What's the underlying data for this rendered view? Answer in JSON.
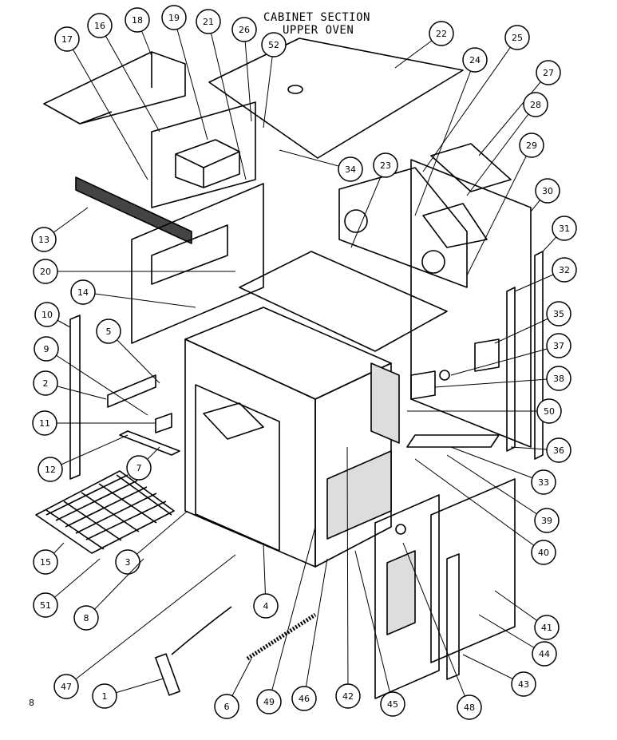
{
  "title_line1": "CABINET SECTION",
  "title_line2": "UPPER OVEN",
  "page_number": "8",
  "callouts": [
    "1",
    "2",
    "3",
    "4",
    "5",
    "6",
    "7",
    "8",
    "9",
    "10",
    "11",
    "12",
    "13",
    "14",
    "15",
    "16",
    "17",
    "18",
    "19",
    "20",
    "21",
    "22",
    "23",
    "24",
    "25",
    "26",
    "27",
    "28",
    "29",
    "30",
    "31",
    "32",
    "33",
    "34",
    "35",
    "36",
    "37",
    "38",
    "39",
    "40",
    "41",
    "42",
    "43",
    "44",
    "45",
    "46",
    "47",
    "48",
    "49",
    "50",
    "51",
    "52"
  ]
}
